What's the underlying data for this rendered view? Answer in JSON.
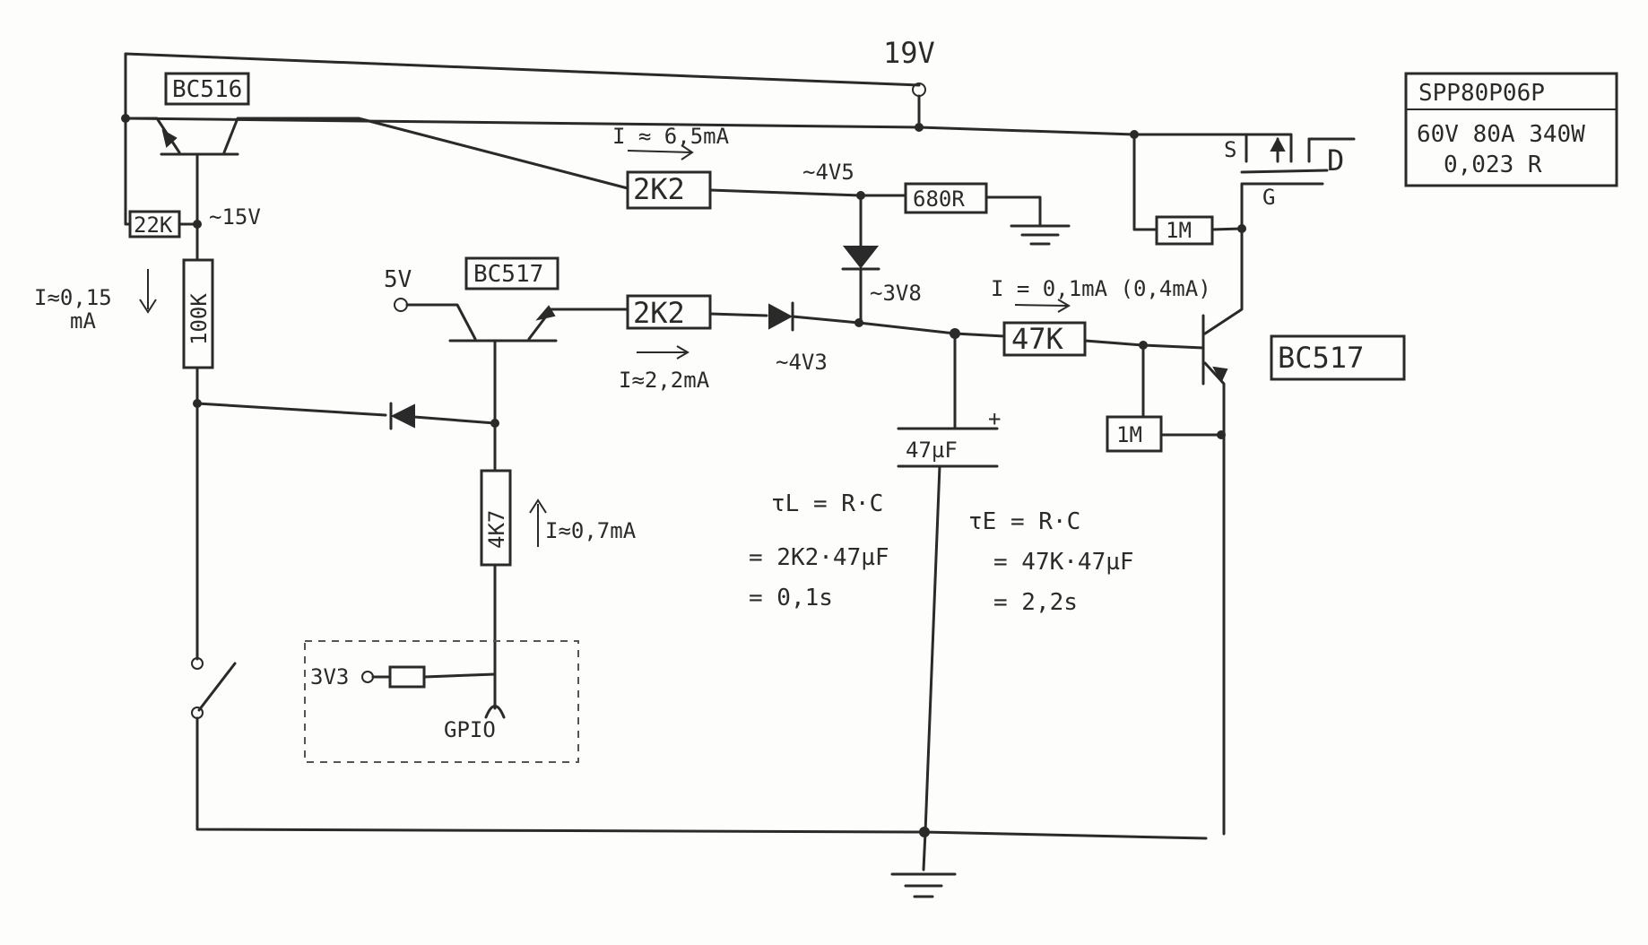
{
  "supply": {
    "v19": "19V",
    "v5": "5V",
    "v33": "3V3",
    "gpio": "GPIO"
  },
  "transistors": {
    "q1": "BC516",
    "q2": "BC517",
    "q3": "BC517"
  },
  "mosfet": {
    "model": "SPP80P06P",
    "spec1": "60V 80A 340W",
    "spec2": "0,023 R",
    "pin_s": "S",
    "pin_d": "D",
    "pin_g": "G"
  },
  "resistors": {
    "r22k": "22K",
    "r100k": "100K",
    "r2k2a": "2K2",
    "r680": "680R",
    "r2k2b": "2K2",
    "r47k": "47K",
    "r1m_top": "1M",
    "r1m_bot": "1M",
    "r4k7": "4K7"
  },
  "capacitor": {
    "label": "47µF",
    "plus": "+"
  },
  "annotations": {
    "v15": "~15V",
    "v45": "~4V5",
    "v38": "~3V8",
    "v43": "~4V3",
    "i_065": "I ≈ 6,5mA",
    "i_015": "I≈0,15",
    "i_015_unit": "mA",
    "i_22": "I≈2,2mA",
    "i_07": "I≈0,7mA",
    "i_01": "I = 0,1mA (0,4mA)"
  },
  "equations": {
    "left_1": "τL = R·C",
    "left_2": "= 2K2·47µF",
    "left_3": "= 0,1s",
    "right_1": "τE = R·C",
    "right_2": "= 47K·47µF",
    "right_3": "= 2,2s"
  }
}
